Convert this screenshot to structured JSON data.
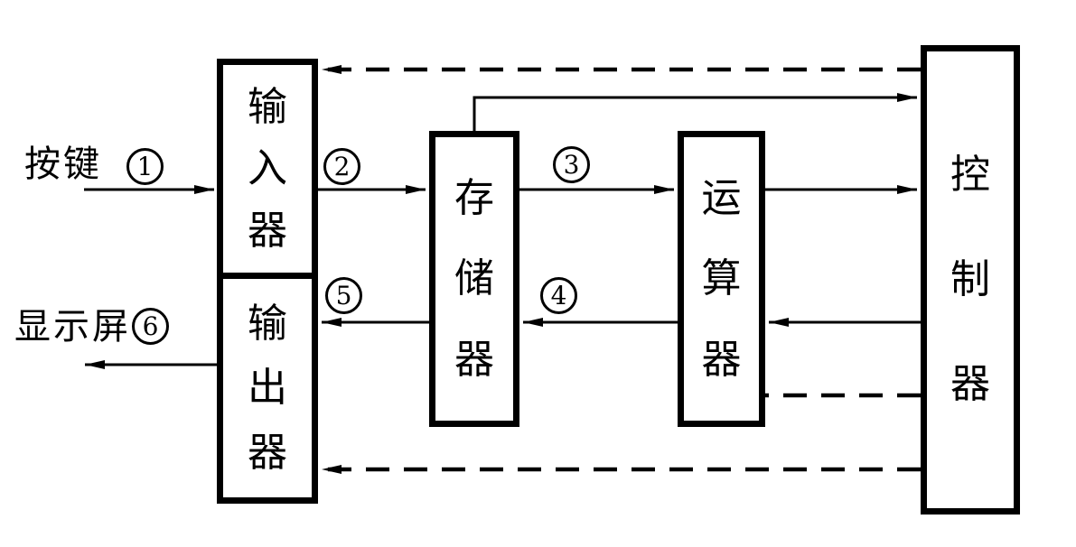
{
  "diagram": {
    "background": "#ffffff",
    "line_color": "#000000",
    "blocks": {
      "input": {
        "label": "输入器",
        "chars": [
          "输",
          "入",
          "器"
        ]
      },
      "output": {
        "label": "输出器",
        "chars": [
          "输",
          "出",
          "器"
        ]
      },
      "memory": {
        "label": "存储器",
        "chars": [
          "存",
          "储",
          "器"
        ]
      },
      "alu": {
        "label": "运算器",
        "chars": [
          "运",
          "算",
          "器"
        ]
      },
      "controller": {
        "label": "控制器",
        "chars": [
          "控",
          "制",
          "器"
        ]
      }
    },
    "labels": {
      "keys": "按键",
      "display": "显示屏"
    },
    "markers": {
      "m1": {
        "symbol": "①",
        "digit": "1"
      },
      "m2": {
        "symbol": "②",
        "digit": "2"
      },
      "m3": {
        "symbol": "③",
        "digit": "3"
      },
      "m4": {
        "symbol": "④",
        "digit": "4"
      },
      "m5": {
        "symbol": "⑤",
        "digit": "5"
      },
      "m6": {
        "symbol": "⑥",
        "digit": "6"
      }
    }
  }
}
